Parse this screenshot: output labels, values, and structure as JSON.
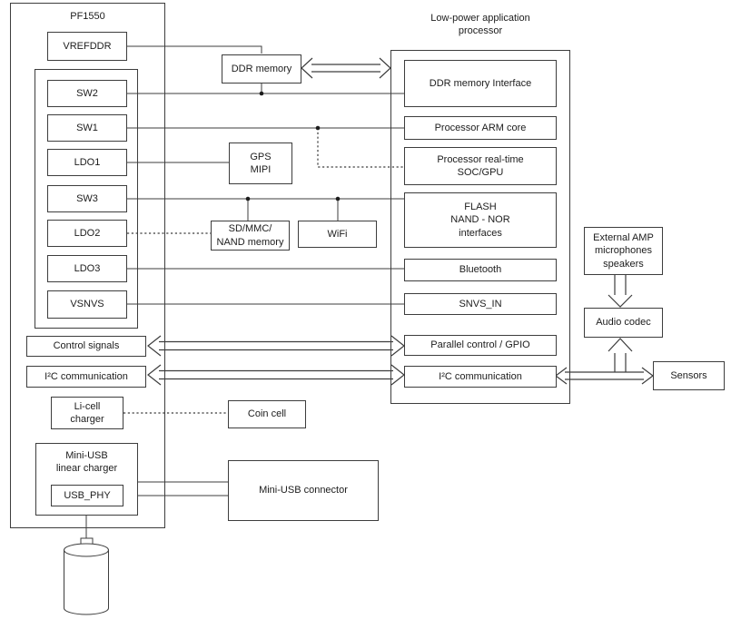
{
  "pf1550": {
    "title": "PF1550",
    "vrefddr": "VREFDDR",
    "regulators": [
      "SW2",
      "SW1",
      "LDO1",
      "SW3",
      "LDO2",
      "LDO3",
      "VSNVS"
    ],
    "control_signals": "Control signals",
    "i2c": "I²C communication",
    "li_cell_charger": "Li-cell\ncharger",
    "mini_usb_charger": "Mini-USB\nlinear charger",
    "usb_phy": "USB_PHY"
  },
  "middle": {
    "ddr_memory": "DDR memory",
    "gps_mipi": "GPS\nMIPI",
    "sd_mmc": "SD/MMC/\nNAND memory",
    "wifi": "WiFi",
    "coin_cell": "Coin cell",
    "mini_usb_connector": "Mini-USB connector"
  },
  "processor": {
    "title": "Low-power application\nprocessor",
    "blocks": [
      "DDR memory Interface",
      "Processor ARM core",
      "Processor real-time\nSOC/GPU",
      "FLASH\nNAND - NOR\ninterfaces",
      "Bluetooth",
      "SNVS_IN",
      "Parallel control / GPIO",
      "I²C communication"
    ]
  },
  "right": {
    "external_amp": "External AMP\nmicrophones\nspeakers",
    "audio_codec": "Audio codec",
    "sensors": "Sensors"
  },
  "colors": {
    "line": "#3d3d3d",
    "text": "#1c1c1c",
    "background": "#ffffff"
  }
}
